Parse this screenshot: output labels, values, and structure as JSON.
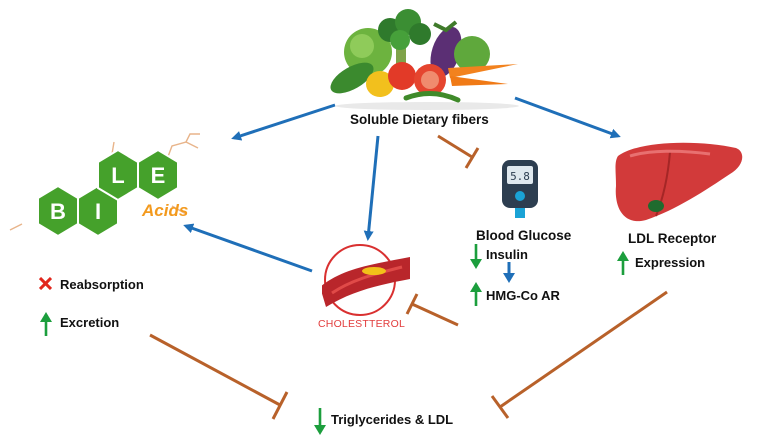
{
  "colors": {
    "promote": "#1f6fb8",
    "inhibit": "#b8612a",
    "up": "#1c9e3d",
    "down": "#1c9e3d",
    "cross": "#e1261c",
    "bile_green": "#45a12b"
  },
  "nodes": {
    "fibers": "Soluble Dietary fibers",
    "bile_letters": [
      "B",
      "I",
      "L",
      "E"
    ],
    "acids": "Acids",
    "glucose_meter_reading": "5.8",
    "blood_glucose": "Blood Glucose",
    "insulin": "Insulin",
    "hmg": "HMG-Co AR",
    "ldl_receptor": "LDL Receptor",
    "expression": "Expression",
    "reabsorption": "Reabsorption",
    "excretion": "Excretion",
    "cholesterol": "CHOLESTTEROL",
    "trig": "Triglycerides & LDL"
  },
  "icons": {
    "vegetables": "vegetables-icon",
    "glucose_meter": "glucose-meter-icon",
    "liver": "liver-icon",
    "artery": "artery-plaque-icon",
    "bile": "bile-acids-logo",
    "up": "up-arrow-icon",
    "down": "down-arrow-icon",
    "cross": "cross-icon"
  }
}
